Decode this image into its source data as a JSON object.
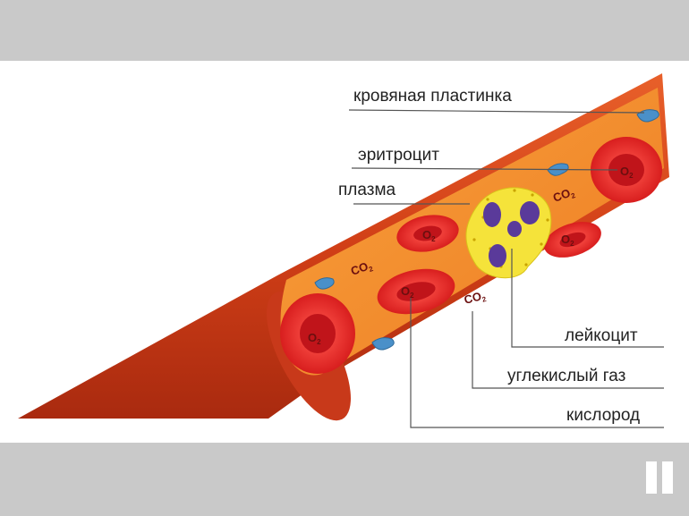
{
  "diagram": {
    "labels": {
      "platelet": "кровяная пластинка",
      "erythrocyte": "эритроцит",
      "plasma": "плазма",
      "leukocyte": "лейкоцит",
      "carbon_dioxide": "углекислый газ",
      "oxygen": "кислород"
    },
    "gas_marks": {
      "oxygen_base": "O",
      "oxygen_sub": "2",
      "co2_base": "CO",
      "co2_sub": "2"
    }
  },
  "controls": {
    "pause_icon": "pause-icon"
  },
  "colors": {
    "vessel_outer": "#d9471c",
    "vessel_inner": "#f4862a",
    "erythrocyte": "#e0201f",
    "platelet": "#4a90c9",
    "leukocyte_nucleus": "#5a3a9a",
    "leukocyte_granules": "#f2e23a",
    "frame": "#c9c9c9"
  }
}
